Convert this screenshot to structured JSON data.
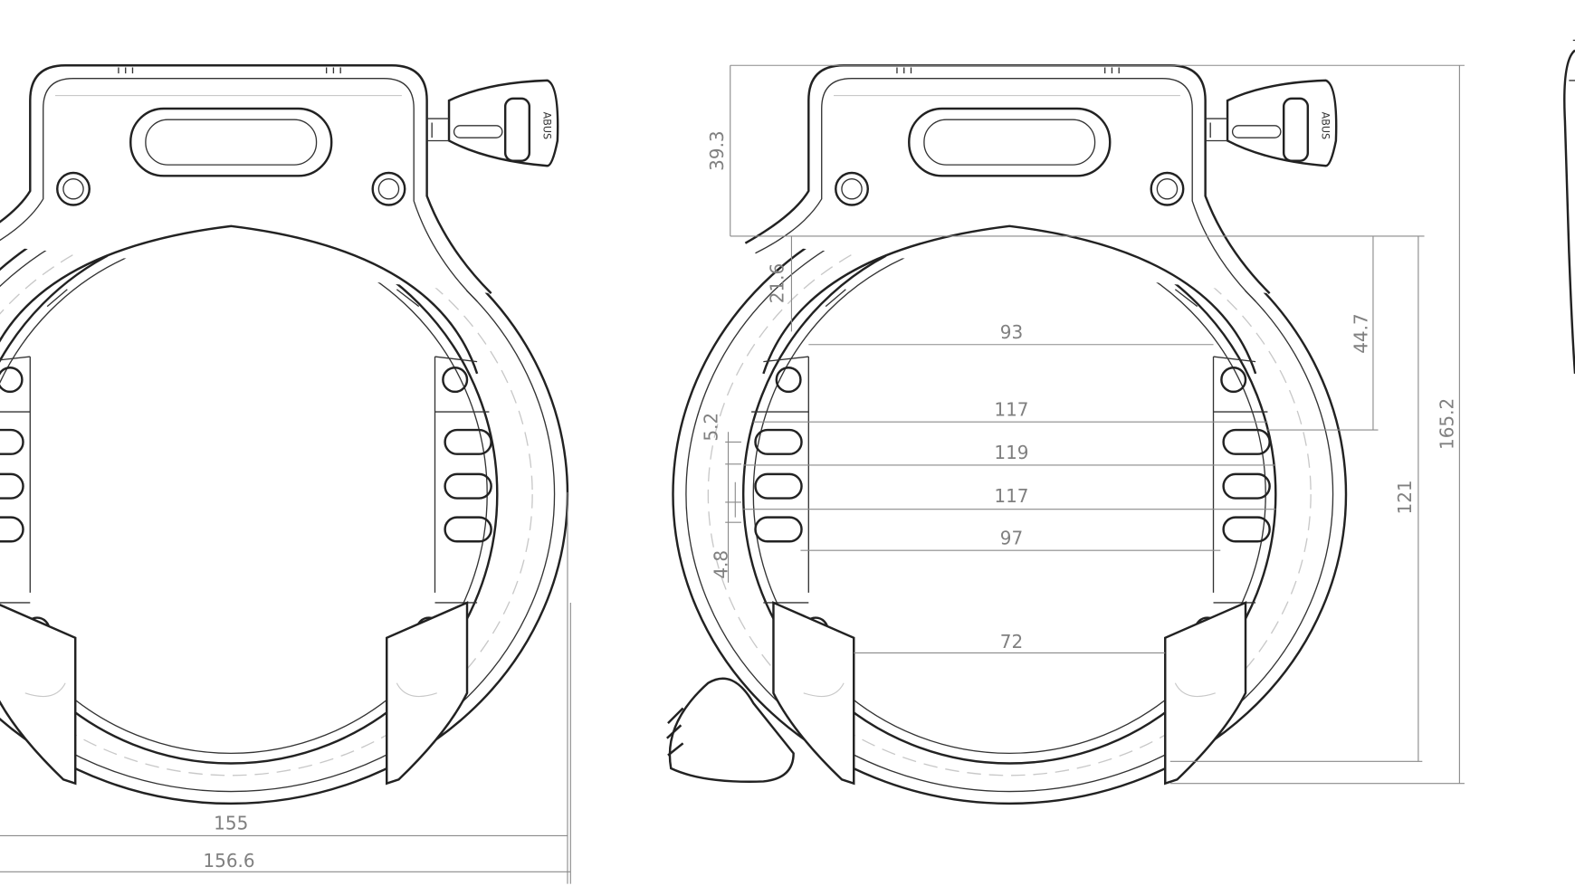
{
  "drawing": {
    "dimensions_front": {
      "width_inner": "155",
      "width_outer": "156.6"
    },
    "dimensions_main": {
      "housing_height": "39.3",
      "upper_clearance": "21.6",
      "width_93": "93",
      "width_117_upper": "117",
      "width_119": "119",
      "width_117_lower": "117",
      "width_97": "97",
      "width_72": "72",
      "slot_pitch": "5.2",
      "slot_height": "4.8",
      "depth_44_7": "44.7",
      "inner_height": "121",
      "overall_height": "165.2"
    },
    "colors": {
      "outline": "#222222",
      "dimension": "#808080",
      "construction": "#c8c8c8"
    }
  }
}
